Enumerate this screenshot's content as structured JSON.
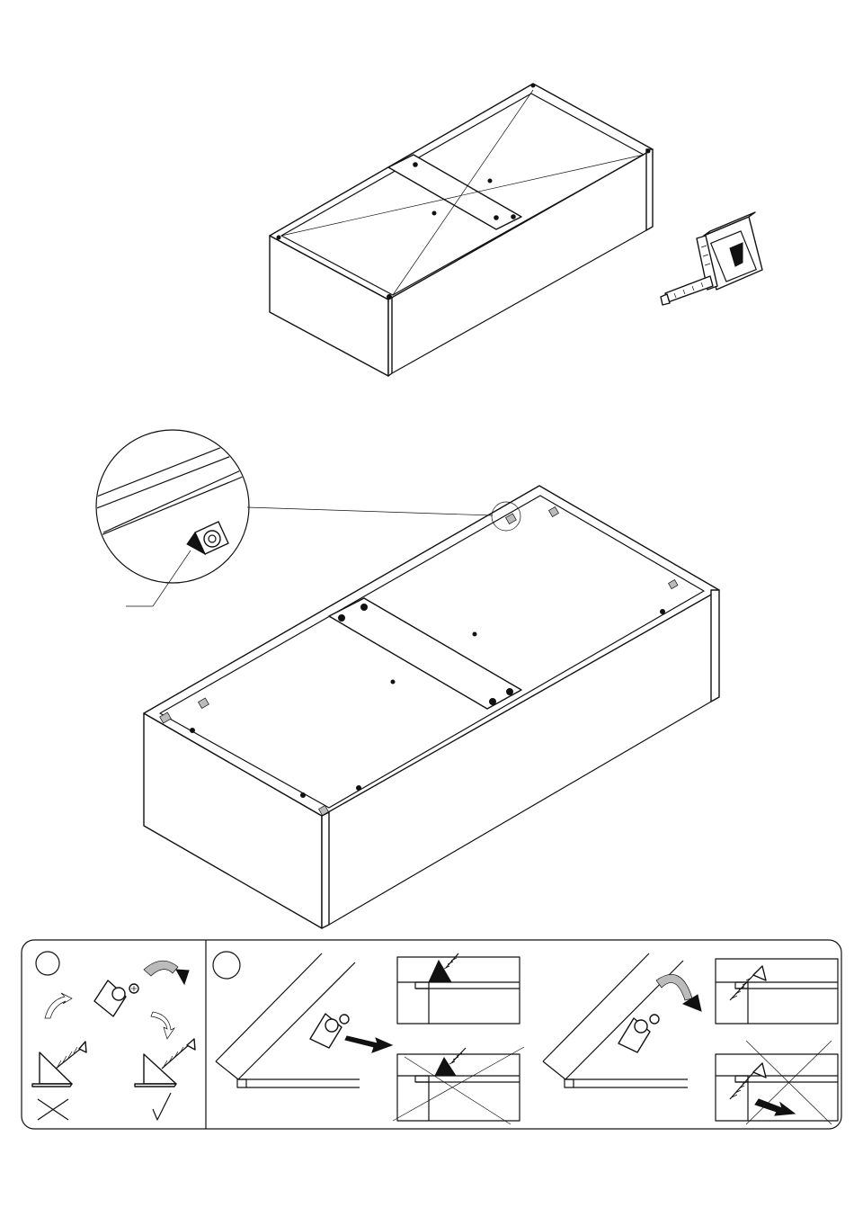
{
  "document": {
    "type": "assembly-instruction-page",
    "steps": [
      {
        "id": "step-1",
        "label": ""
      },
      {
        "id": "step-2",
        "label": ""
      }
    ],
    "marks": {
      "correct": "✓",
      "wrong": "✕"
    },
    "icons": [
      "tape-measure-icon",
      "cam-fitting-icon",
      "screw-icon",
      "rotate-arrow-icon",
      "push-arrow-icon",
      "magnifier-detail-icon",
      "check-icon",
      "cross-icon"
    ]
  }
}
